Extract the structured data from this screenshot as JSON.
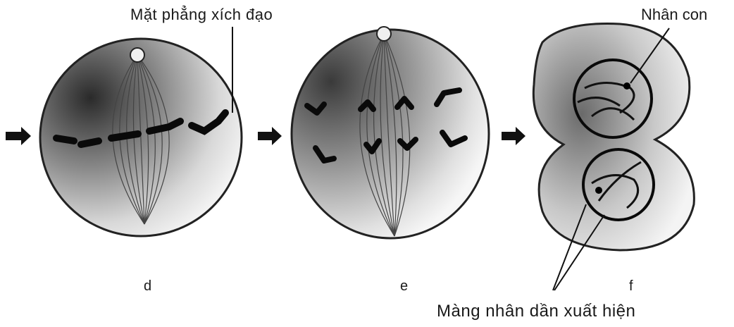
{
  "labels": {
    "equatorial_plane": "Mặt phẳng xích đạo",
    "nucleolus": "Nhân con",
    "nuclear_envelope": "Màng nhân dần xuất hiện"
  },
  "panels": [
    "d",
    "e",
    "f"
  ],
  "icons": {
    "arrow": "right-arrow-icon"
  }
}
